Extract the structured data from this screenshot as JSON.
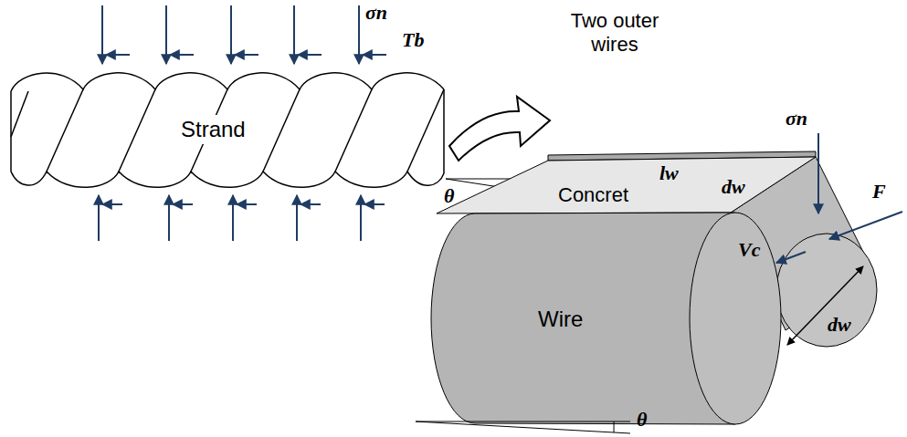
{
  "diagram": {
    "nodes": [
      {
        "text": [
          "Strand"
        ]
      },
      {
        "text": [
          "Concret"
        ]
      },
      {
        "text": [
          "Wire"
        ]
      }
    ],
    "labels": [
      "σn",
      "Tb",
      "Two outer wires",
      "θ",
      "lw",
      "dw",
      "σn",
      "F",
      "Vc",
      "dw",
      "θ"
    ]
  }
}
